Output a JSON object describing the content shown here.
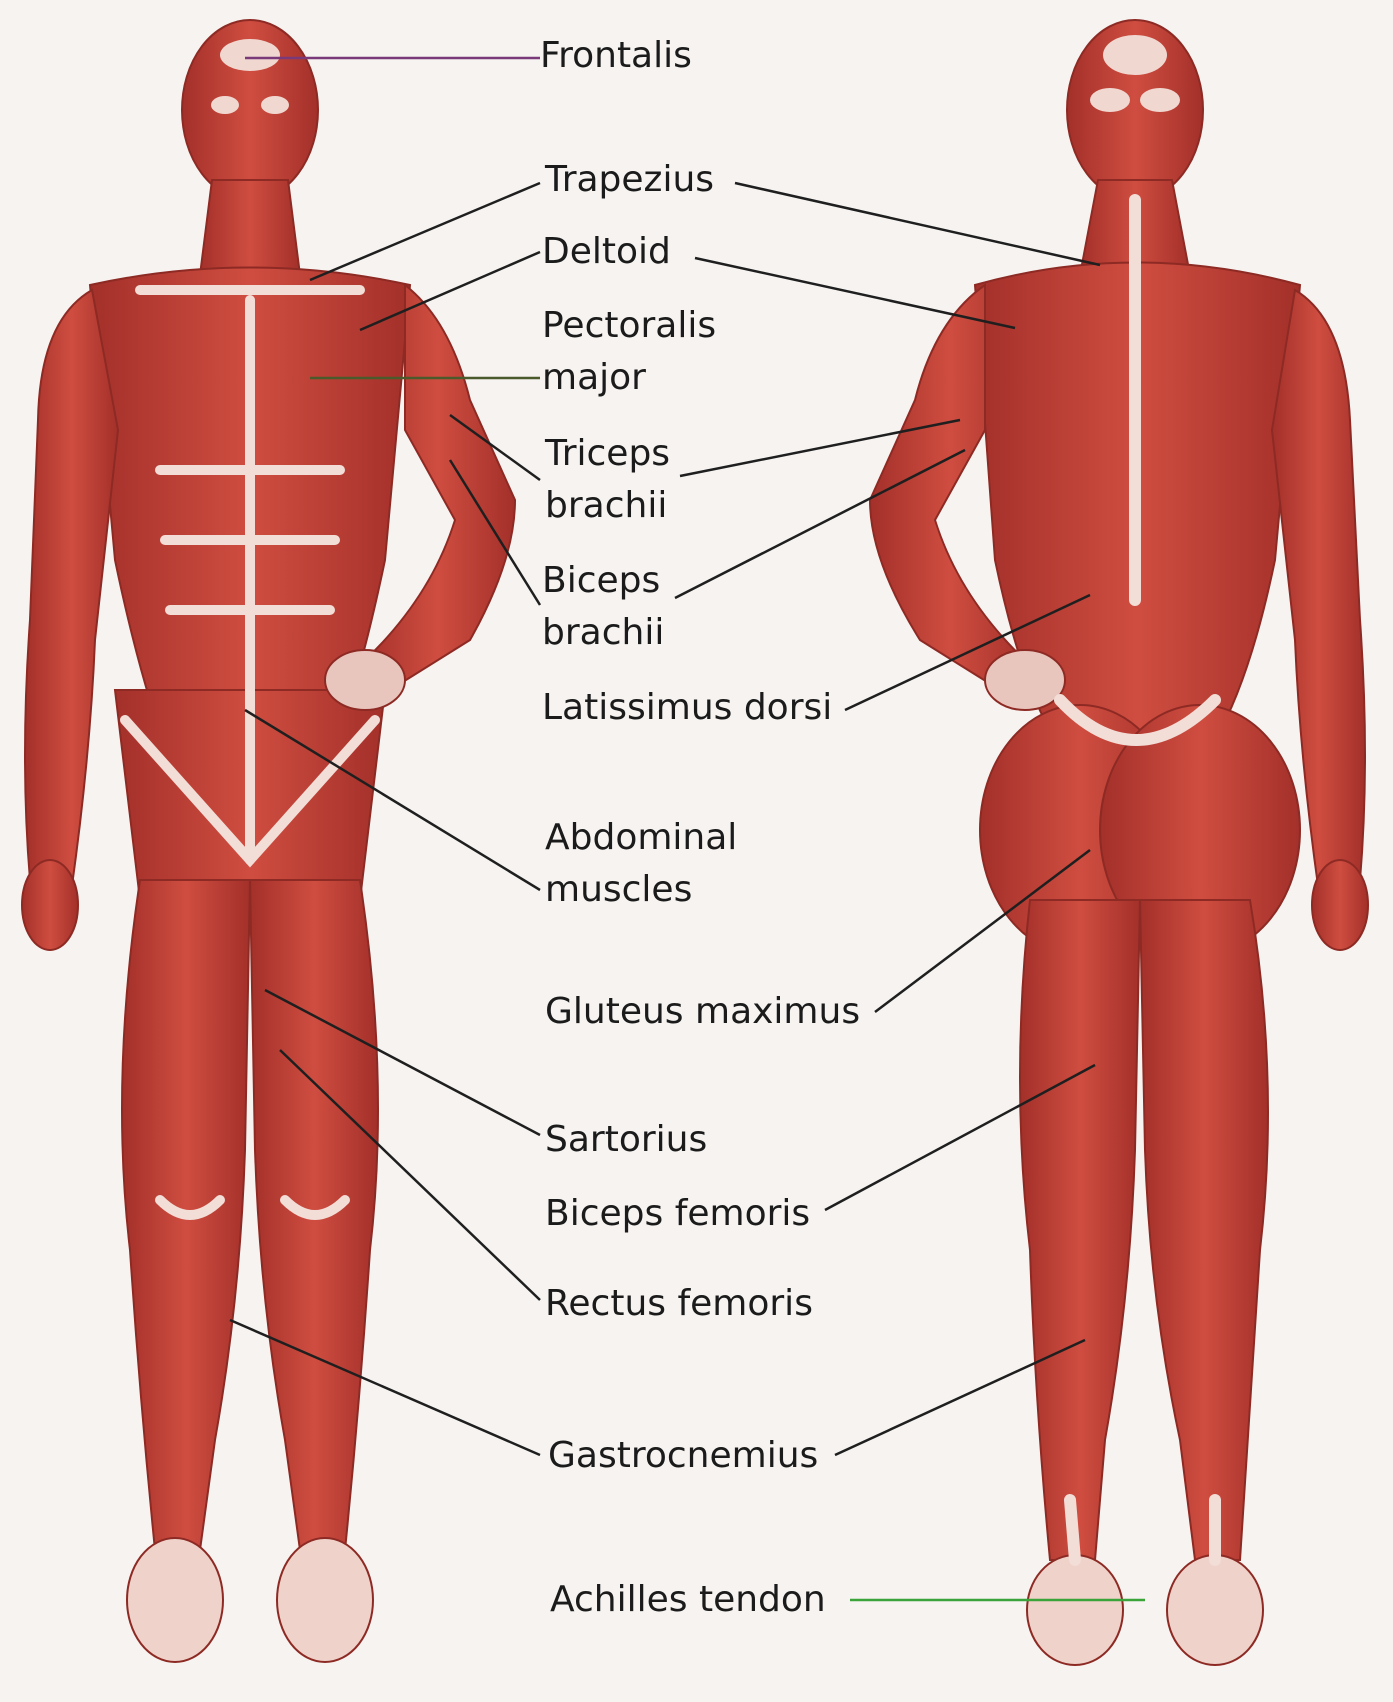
{
  "colors": {
    "muscle": "#c8453a",
    "muscle_dark": "#a3302a",
    "tendon": "#f1dcd6",
    "leader": "#1f1f1f",
    "leader_frontalis": "#7a3a7a",
    "leader_pectoralis": "#4a5a2a",
    "leader_achilles": "#3aa43a"
  },
  "views": {
    "front": {
      "icon": "anterior-body-figure"
    },
    "back": {
      "icon": "posterior-body-figure"
    }
  },
  "labels": {
    "frontalis": "Frontalis",
    "trapezius": "Trapezius",
    "deltoid": "Deltoid",
    "pectoralis_1": "Pectoralis",
    "pectoralis_2": "major",
    "triceps_1": "Triceps",
    "triceps_2": "brachii",
    "biceps_1": "Biceps",
    "biceps_2": "brachii",
    "latissimus": "Latissimus dorsi",
    "abdominal_1": "Abdominal",
    "abdominal_2": "muscles",
    "gluteus": "Gluteus maximus",
    "sartorius": "Sartorius",
    "biceps_femoris": "Biceps femoris",
    "rectus_femoris": "Rectus femoris",
    "gastrocnemius": "Gastrocnemius",
    "achilles": "Achilles tendon"
  }
}
